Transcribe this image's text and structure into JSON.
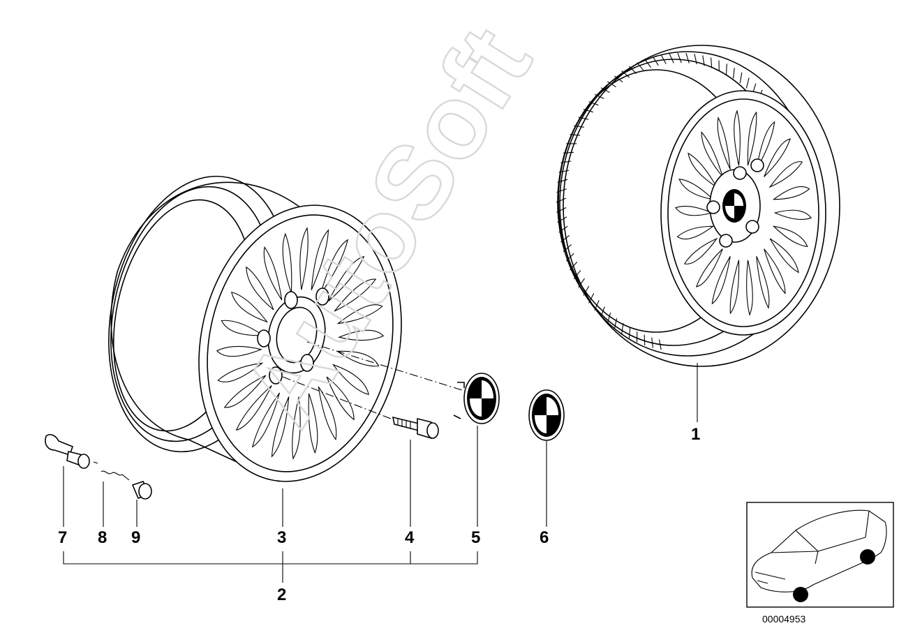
{
  "diagram": {
    "part_numbers": [
      "1",
      "2",
      "3",
      "4",
      "5",
      "6",
      "7",
      "8",
      "9"
    ],
    "reference_code": "00004953",
    "watermark": "AutoSoft",
    "colors": {
      "line": "#000000",
      "background": "#ffffff",
      "watermark": "#d9d9d9"
    }
  }
}
